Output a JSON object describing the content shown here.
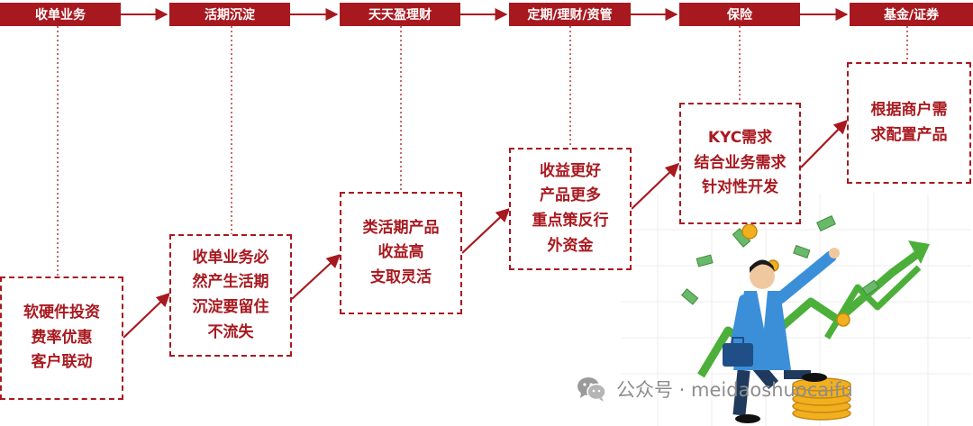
{
  "stages": [
    {
      "header": "收单业务",
      "lines": [
        "软硬件投资",
        "费率优惠",
        "客户联动"
      ]
    },
    {
      "header": "活期沉淀",
      "lines": [
        "收单业务必",
        "然产生活期",
        "沉淀要留住",
        "不流失"
      ]
    },
    {
      "header": "天天盈理财",
      "lines": [
        "类活期产品",
        "收益高",
        "支取灵活"
      ]
    },
    {
      "header": "定期/理财/资管",
      "lines": [
        "收益更好",
        "产品更多",
        "重点策反行",
        "外资金"
      ]
    },
    {
      "header": "保险",
      "lines": [
        "KYC需求",
        "结合业务需求",
        "针对性开发"
      ]
    },
    {
      "header": "基金/证券",
      "lines": [
        "根据商户需",
        "求配置产品"
      ]
    }
  ],
  "watermark": {
    "text": "公众号 · meidaoshuocaifu",
    "icon": "wechat-icon"
  },
  "colors": {
    "accent": "#a8191f",
    "trend": "#4caf3a",
    "coin": "#f2b01e",
    "watermark": "#8d8d8d"
  }
}
